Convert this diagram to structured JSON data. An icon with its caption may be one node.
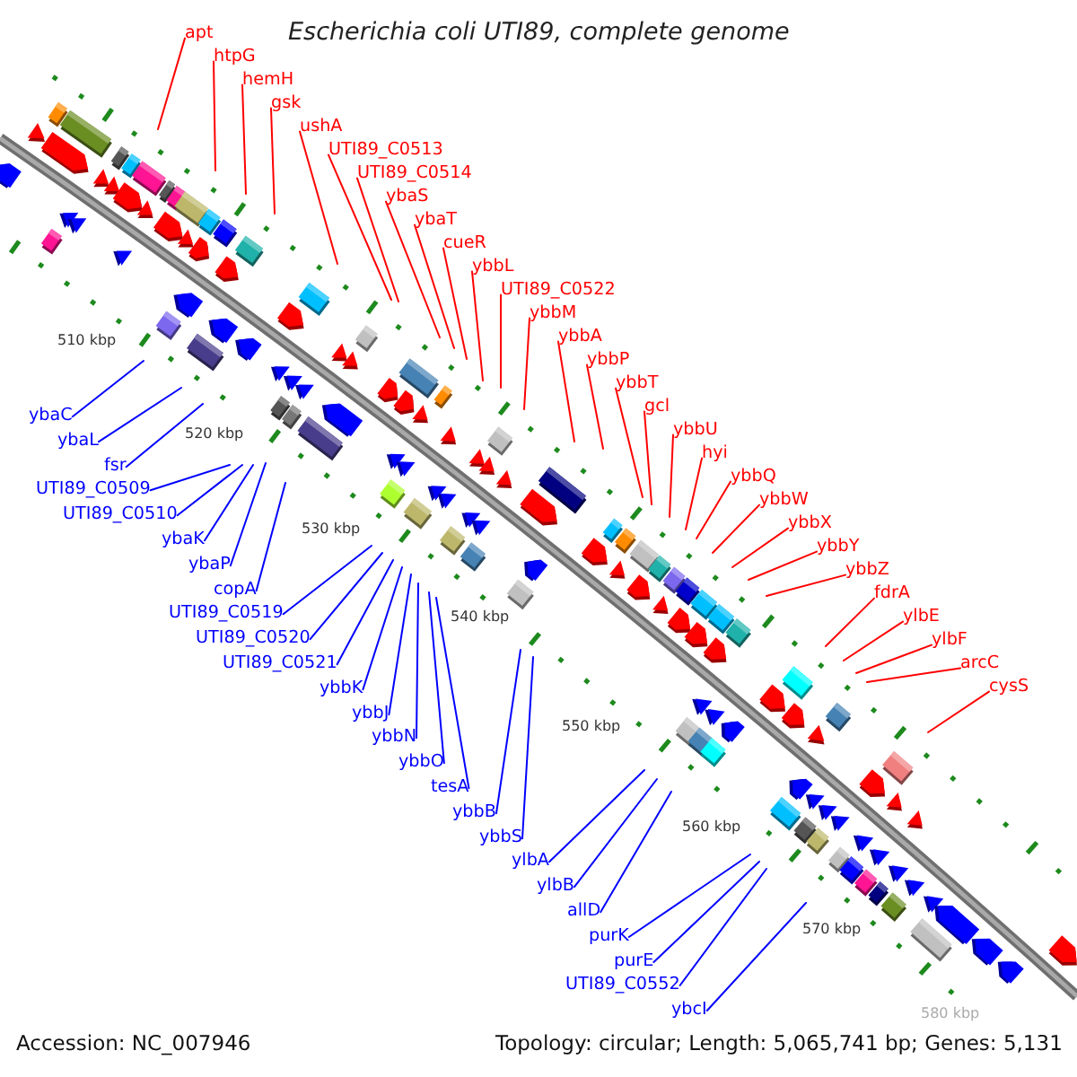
{
  "diagram": {
    "title": "Escherichia coli UTI89, complete genome",
    "nodes": [
      {
        "text": [
          "apt"
        ]
      },
      {
        "text": [
          "htpG"
        ]
      },
      {
        "text": [
          "hemH"
        ]
      },
      {
        "text": [
          "gsk"
        ]
      },
      {
        "text": [
          "ushA"
        ]
      },
      {
        "text": [
          "UTI89_C0513"
        ]
      },
      {
        "text": [
          "UTI89_C0514"
        ]
      },
      {
        "text": [
          "ybaS"
        ]
      },
      {
        "text": [
          "ybaT"
        ]
      },
      {
        "text": [
          "cueR"
        ]
      },
      {
        "text": [
          "ybbL"
        ]
      },
      {
        "text": [
          "UTI89_C0522"
        ]
      },
      {
        "text": [
          "ybbM"
        ]
      },
      {
        "text": [
          "ybbA"
        ]
      },
      {
        "text": [
          "ybbP"
        ]
      },
      {
        "text": [
          "ybbT"
        ]
      },
      {
        "text": [
          "gcl"
        ]
      },
      {
        "text": [
          "ybbU"
        ]
      },
      {
        "text": [
          "hyi"
        ]
      },
      {
        "text": [
          "ybbQ"
        ]
      },
      {
        "text": [
          "ybbW"
        ]
      },
      {
        "text": [
          "ybbX"
        ]
      },
      {
        "text": [
          "ybbY"
        ]
      },
      {
        "text": [
          "ybbZ"
        ]
      },
      {
        "text": [
          "fdrA"
        ]
      },
      {
        "text": [
          "ylbE"
        ]
      },
      {
        "text": [
          "ylbF"
        ]
      },
      {
        "text": [
          "arcC"
        ]
      },
      {
        "text": [
          "cysS"
        ]
      },
      {
        "text": [
          "ybaC"
        ]
      },
      {
        "text": [
          "ybaL"
        ]
      },
      {
        "text": [
          "fsr"
        ]
      },
      {
        "text": [
          "UTI89_C0509"
        ]
      },
      {
        "text": [
          "UTI89_C0510"
        ]
      },
      {
        "text": [
          "ybaK"
        ]
      },
      {
        "text": [
          "ybaP"
        ]
      },
      {
        "text": [
          "copA"
        ]
      },
      {
        "text": [
          "UTI89_C0519"
        ]
      },
      {
        "text": [
          "UTI89_C0520"
        ]
      },
      {
        "text": [
          "UTI89_C0521"
        ]
      },
      {
        "text": [
          "ybbK"
        ]
      },
      {
        "text": [
          "ybbJ"
        ]
      },
      {
        "text": [
          "ybbN"
        ]
      },
      {
        "text": [
          "ybbO"
        ]
      },
      {
        "text": [
          "tesA"
        ]
      },
      {
        "text": [
          "ybbB"
        ]
      },
      {
        "text": [
          "ybbS"
        ]
      },
      {
        "text": [
          "ylbA"
        ]
      },
      {
        "text": [
          "ylbB"
        ]
      },
      {
        "text": [
          "allD"
        ]
      },
      {
        "text": [
          "purK"
        ]
      },
      {
        "text": [
          "purE"
        ]
      },
      {
        "text": [
          "UTI89_C0552"
        ]
      },
      {
        "text": [
          "ybcI"
        ]
      }
    ],
    "edges": [
      {
        "from": 0,
        "to": null,
        "arrow": "none"
      },
      {
        "from": 1,
        "to": null,
        "arrow": "none"
      },
      {
        "from": 2,
        "to": null,
        "arrow": "none"
      },
      {
        "from": 3,
        "to": null,
        "arrow": "none"
      },
      {
        "from": 4,
        "to": null,
        "arrow": "none"
      },
      {
        "from": 5,
        "to": null,
        "arrow": "none"
      },
      {
        "from": 6,
        "to": null,
        "arrow": "none"
      },
      {
        "from": 7,
        "to": null,
        "arrow": "none"
      },
      {
        "from": 8,
        "to": null,
        "arrow": "none"
      },
      {
        "from": 9,
        "to": null,
        "arrow": "none"
      },
      {
        "from": 10,
        "to": null,
        "arrow": "none"
      },
      {
        "from": 11,
        "to": null,
        "arrow": "none"
      },
      {
        "from": 12,
        "to": null,
        "arrow": "none"
      },
      {
        "from": 13,
        "to": null,
        "arrow": "none"
      },
      {
        "from": 14,
        "to": null,
        "arrow": "none"
      },
      {
        "from": 15,
        "to": null,
        "arrow": "none"
      },
      {
        "from": 16,
        "to": null,
        "arrow": "none"
      },
      {
        "from": 17,
        "to": null,
        "arrow": "none"
      },
      {
        "from": 18,
        "to": null,
        "arrow": "none"
      },
      {
        "from": 19,
        "to": null,
        "arrow": "none"
      },
      {
        "from": 20,
        "to": null,
        "arrow": "none"
      },
      {
        "from": 21,
        "to": null,
        "arrow": "none"
      },
      {
        "from": 22,
        "to": null,
        "arrow": "none"
      },
      {
        "from": 23,
        "to": null,
        "arrow": "none"
      },
      {
        "from": 24,
        "to": null,
        "arrow": "none"
      },
      {
        "from": 25,
        "to": null,
        "arrow": "none"
      },
      {
        "from": 26,
        "to": null,
        "arrow": "none"
      },
      {
        "from": 27,
        "to": null,
        "arrow": "none"
      },
      {
        "from": 28,
        "to": null,
        "arrow": "none"
      },
      {
        "from": 29,
        "to": null,
        "arrow": "none",
        "color": "#0000ff"
      },
      {
        "from": 30,
        "to": null,
        "arrow": "none",
        "color": "#0000ff"
      },
      {
        "from": 31,
        "to": null,
        "arrow": "none",
        "color": "#0000ff"
      },
      {
        "from": 32,
        "to": null,
        "arrow": "none",
        "color": "#0000ff"
      },
      {
        "from": 33,
        "to": null,
        "arrow": "none",
        "color": "#0000ff"
      },
      {
        "from": 34,
        "to": null,
        "arrow": "none",
        "color": "#0000ff"
      },
      {
        "from": 35,
        "to": null,
        "arrow": "none",
        "color": "#0000ff"
      },
      {
        "from": 36,
        "to": null,
        "arrow": "none",
        "color": "#0000ff"
      },
      {
        "from": 37,
        "to": null,
        "arrow": "none",
        "color": "#0000ff"
      },
      {
        "from": 38,
        "to": null,
        "arrow": "none",
        "color": "#0000ff"
      },
      {
        "from": 39,
        "to": null,
        "arrow": "none",
        "color": "#0000ff"
      },
      {
        "from": 40,
        "to": null,
        "arrow": "none",
        "color": "#0000ff"
      },
      {
        "from": 41,
        "to": null,
        "arrow": "none",
        "color": "#0000ff"
      },
      {
        "from": 42,
        "to": null,
        "arrow": "none",
        "color": "#0000ff"
      },
      {
        "from": 43,
        "to": null,
        "arrow": "none",
        "color": "#0000ff"
      },
      {
        "from": 44,
        "to": null,
        "arrow": "none",
        "color": "#0000ff"
      },
      {
        "from": 45,
        "to": null,
        "arrow": "none",
        "color": "#0000ff"
      },
      {
        "from": 46,
        "to": null,
        "arrow": "none",
        "color": "#0000ff"
      },
      {
        "from": 47,
        "to": null,
        "arrow": "none",
        "color": "#0000ff"
      },
      {
        "from": 48,
        "to": null,
        "arrow": "none",
        "color": "#0000ff"
      },
      {
        "from": 49,
        "to": null,
        "arrow": "none",
        "color": "#0000ff"
      },
      {
        "from": 50,
        "to": null,
        "arrow": "none",
        "color": "#0000ff"
      },
      {
        "from": 51,
        "to": null,
        "arrow": "none",
        "color": "#0000ff"
      },
      {
        "from": 52,
        "to": null,
        "arrow": "none",
        "color": "#0000ff"
      },
      {
        "from": 53,
        "to": null,
        "arrow": "none",
        "color": "#0000ff"
      }
    ],
    "labels": [
      "510 kbp",
      "520 kbp",
      "530 kbp",
      "540 kbp",
      "550 kbp",
      "560 kbp",
      "570 kbp",
      "580 kbp",
      "Accession: NC_007946",
      "Topology: circular; Length: 5,065,741 bp; Genes: 5,131"
    ]
  }
}
